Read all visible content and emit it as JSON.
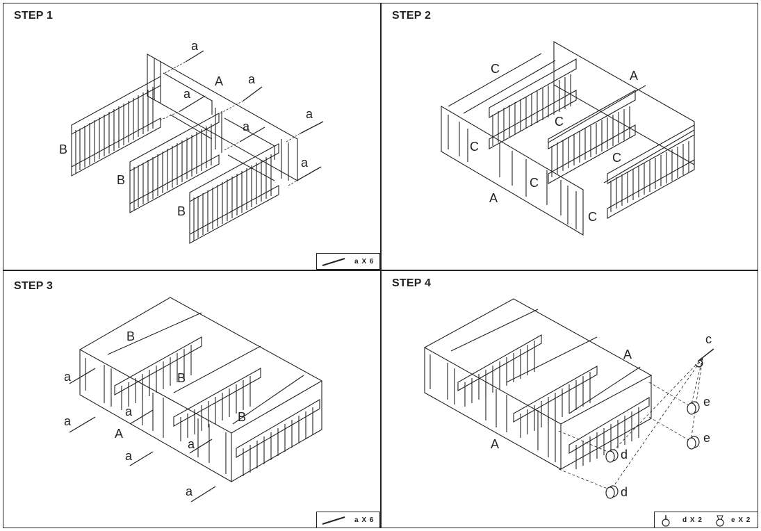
{
  "steps": [
    {
      "title": "STEP 1",
      "labels": {
        "a": "a",
        "A": "A",
        "B": "B"
      },
      "qty": "a X 6"
    },
    {
      "title": "STEP 2",
      "labels": {
        "A": "A",
        "C": "C"
      }
    },
    {
      "title": "STEP 3",
      "labels": {
        "a": "a",
        "A": "A",
        "B": "B"
      },
      "qty": "a X 6"
    },
    {
      "title": "STEP 4",
      "labels": {
        "A": "A",
        "c": "c",
        "d": "d",
        "e": "e"
      },
      "qty_d": "d X 2",
      "qty_e": "e X 2"
    }
  ],
  "icons": [
    "screw-icon",
    "caster-wheel-icon",
    "wrench-icon"
  ]
}
